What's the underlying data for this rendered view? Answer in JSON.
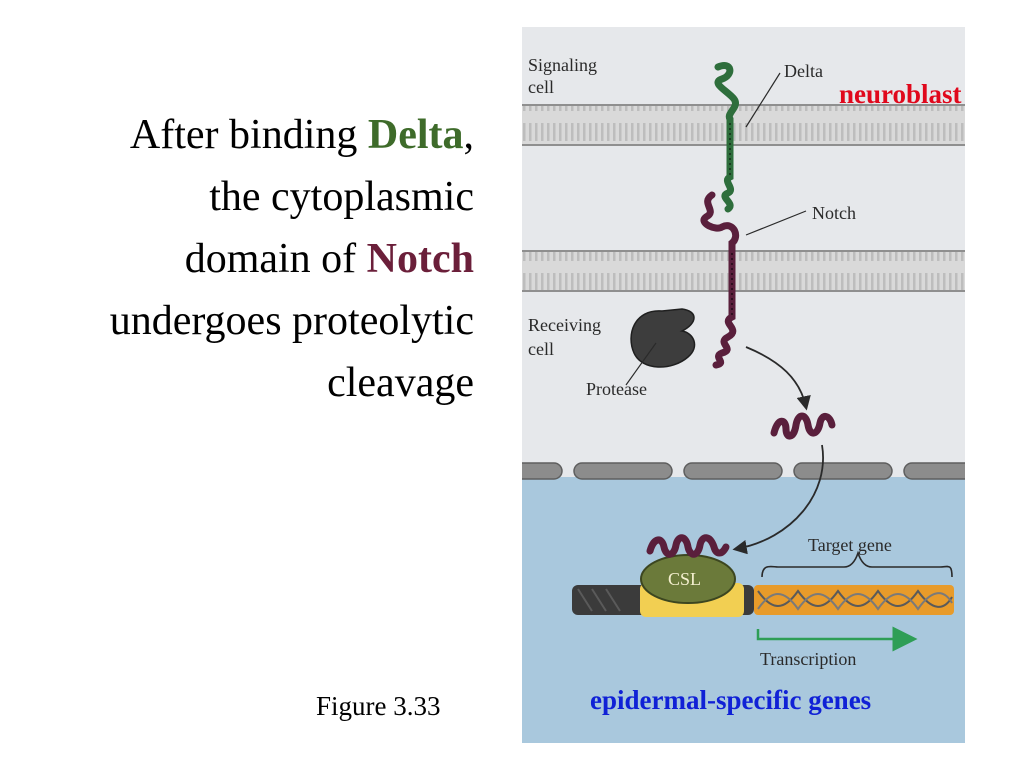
{
  "slide": {
    "title_before": "After binding ",
    "title_delta": "Delta",
    "title_mid1": ",",
    "title_line2": "the cytoplasmic",
    "title_line3_before": "domain of ",
    "title_notch": "Notch",
    "title_line4": "undergoes proteolytic",
    "title_line5": "cleavage",
    "figure_caption": "Figure 3.33",
    "overlay_neuroblast": "neuroblast",
    "overlay_epidermal": "epidermal-specific genes"
  },
  "figure": {
    "signaling_cell_line1": "Signaling",
    "signaling_cell_line2": "cell",
    "delta_label": "Delta",
    "notch_label": "Notch",
    "receiving_cell_line1": "Receiving",
    "receiving_cell_line2": "cell",
    "protease_label": "Protease",
    "csl_label": "CSL",
    "target_gene_label": "Target gene",
    "transcription_label": "Transcription"
  },
  "colors": {
    "delta": "#3e6b2a",
    "notch": "#6b1f3a",
    "neuroblast": "#e0081c",
    "epidermal": "#1021d6",
    "nucleus": "#a9c8dd",
    "cytoplasm": "#e6e8eb"
  }
}
